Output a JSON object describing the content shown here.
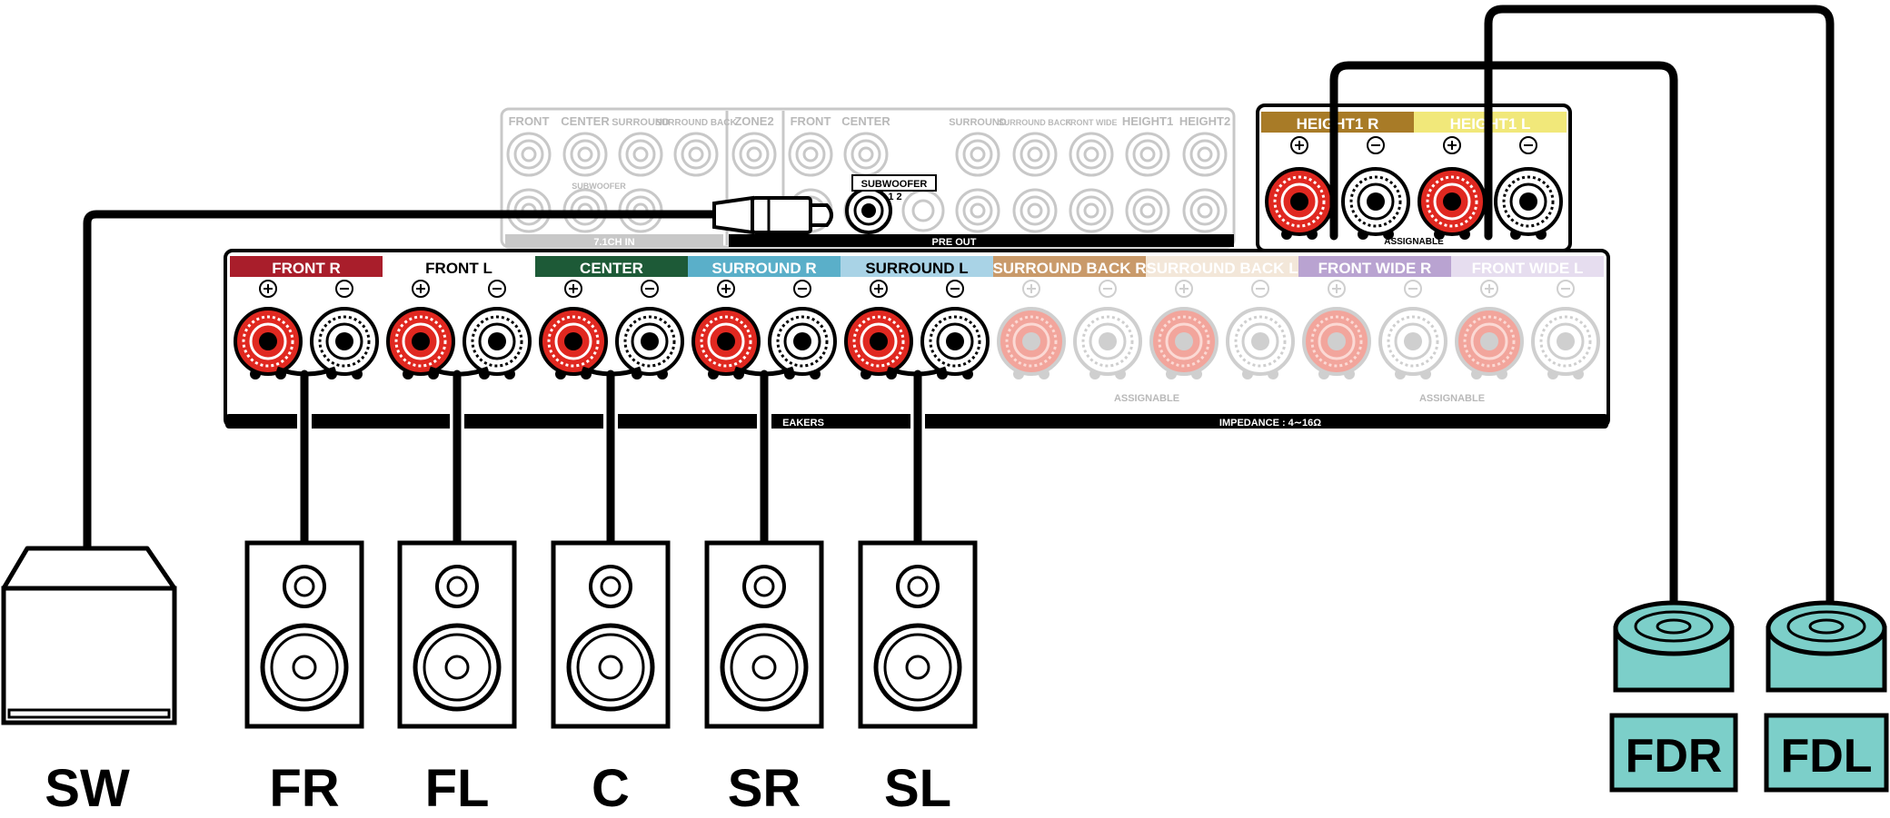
{
  "preout": {
    "in_labels": [
      "FRONT",
      "CENTER",
      "SURROUND",
      "SURROUND BACK"
    ],
    "in_sub_label": "SUBWOOFER",
    "in_footer": "7.1CH IN",
    "zone2_label": "ZONE2",
    "out_labels": [
      "FRONT",
      "CENTER",
      "SURROUND",
      "SURROUND BACK",
      "FRONT WIDE",
      "HEIGHT1",
      "HEIGHT2"
    ],
    "sub_box_label": "SUBWOOFER",
    "sub_numbers": "1  2",
    "footer": "PRE OUT"
  },
  "speakers_panel": {
    "channels": [
      {
        "label": "FRONT",
        "badge": "R",
        "color": "#a91e2b",
        "text_color": "#ffffff",
        "active": true
      },
      {
        "label": "FRONT",
        "badge": "L",
        "color": "#ffffff",
        "text_color": "#000000",
        "active": true
      },
      {
        "label": "CENTER",
        "badge": "",
        "color": "#1d5a37",
        "text_color": "#ffffff",
        "active": true
      },
      {
        "label": "SURROUND",
        "badge": "R",
        "color": "#5aafc9",
        "text_color": "#ffffff",
        "active": true
      },
      {
        "label": "SURROUND",
        "badge": "L",
        "color": "#a9d3e6",
        "text_color": "#000000",
        "active": true
      },
      {
        "label": "SURROUND BACK",
        "badge": "R",
        "color": "#c99a6a",
        "text_color": "#ffffff",
        "active": false
      },
      {
        "label": "SURROUND BACK",
        "badge": "L",
        "color": "#f3e7d9",
        "text_color": "#ffffff",
        "active": false
      },
      {
        "label": "FRONT WIDE",
        "badge": "R",
        "color": "#b9a3d1",
        "text_color": "#ffffff",
        "active": false
      },
      {
        "label": "FRONT WIDE",
        "badge": "L",
        "color": "#e6ddef",
        "text_color": "#ffffff",
        "active": false
      }
    ],
    "assignable": "ASSIGNABLE",
    "footer_left": "EAKERS",
    "footer_right": "IMPEDANCE : 4∼16Ω"
  },
  "height_panel": {
    "channels": [
      {
        "label": "HEIGHT1",
        "badge": "R",
        "color": "#a87b27",
        "text_color": "#ffffff"
      },
      {
        "label": "HEIGHT1",
        "badge": "L",
        "color": "#f1e87a",
        "text_color": "#ffffff"
      }
    ],
    "assignable": "ASSIGNABLE"
  },
  "speaker_labels": {
    "sw": "SW",
    "fr": "FR",
    "fl": "FL",
    "c": "C",
    "sr": "SR",
    "sl": "SL",
    "fdr": "FDR",
    "fdl": "FDL"
  },
  "colors": {
    "terminal_red": "#e02820",
    "terminal_faint_red": "#f2a59c",
    "dolby_speaker": "#7ccfc9"
  }
}
